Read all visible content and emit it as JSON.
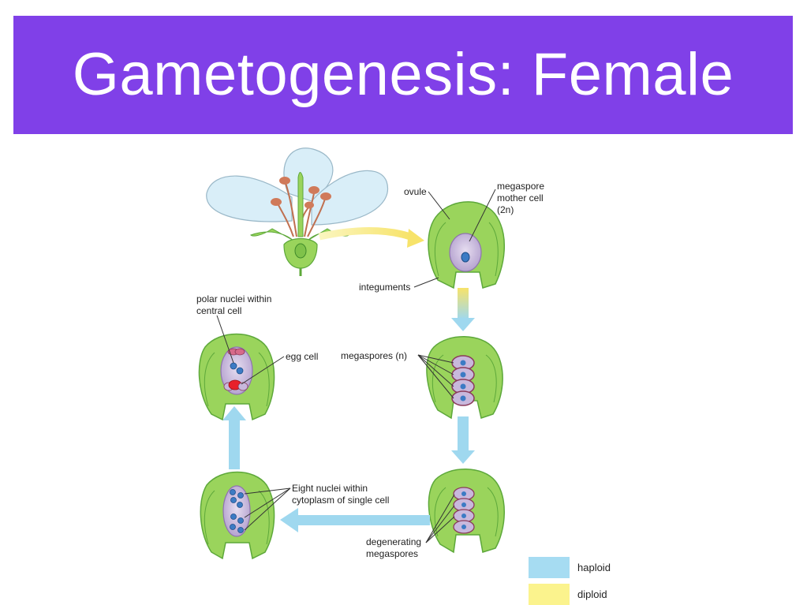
{
  "slide": {
    "title": "Gametogenesis: Female"
  },
  "labels": {
    "ovule": "ovule",
    "mmc_1": "megaspore",
    "mmc_2": "mother cell",
    "mmc_3": "(2n)",
    "integuments": "integuments",
    "megaspores": "megaspores (n)",
    "degenerating_1": "degenerating",
    "degenerating_2": "megaspores",
    "eight_nuclei_1": "Eight nuclei within",
    "eight_nuclei_2": "cytoplasm of single cell",
    "polar_1": "polar nuclei within",
    "polar_2": "central cell",
    "egg_cell": "egg cell"
  },
  "legend": [
    {
      "label": "haploid",
      "color": "#a6dcf2"
    },
    {
      "label": "diploid",
      "color": "#fbf38d"
    }
  ],
  "colors": {
    "title_bar": "#8040e8",
    "ovule_green": "#9ad45c",
    "ovule_dark": "#5da83a",
    "sac_purple": "#c8b8dc",
    "nucleus_blue": "#3c7bc4",
    "egg_red": "#e8202a",
    "arrow_blue": "#9fd8ef",
    "arrow_yellow": "#f7e36a",
    "petal": "#d9eef8",
    "anther": "#d07a5a"
  }
}
